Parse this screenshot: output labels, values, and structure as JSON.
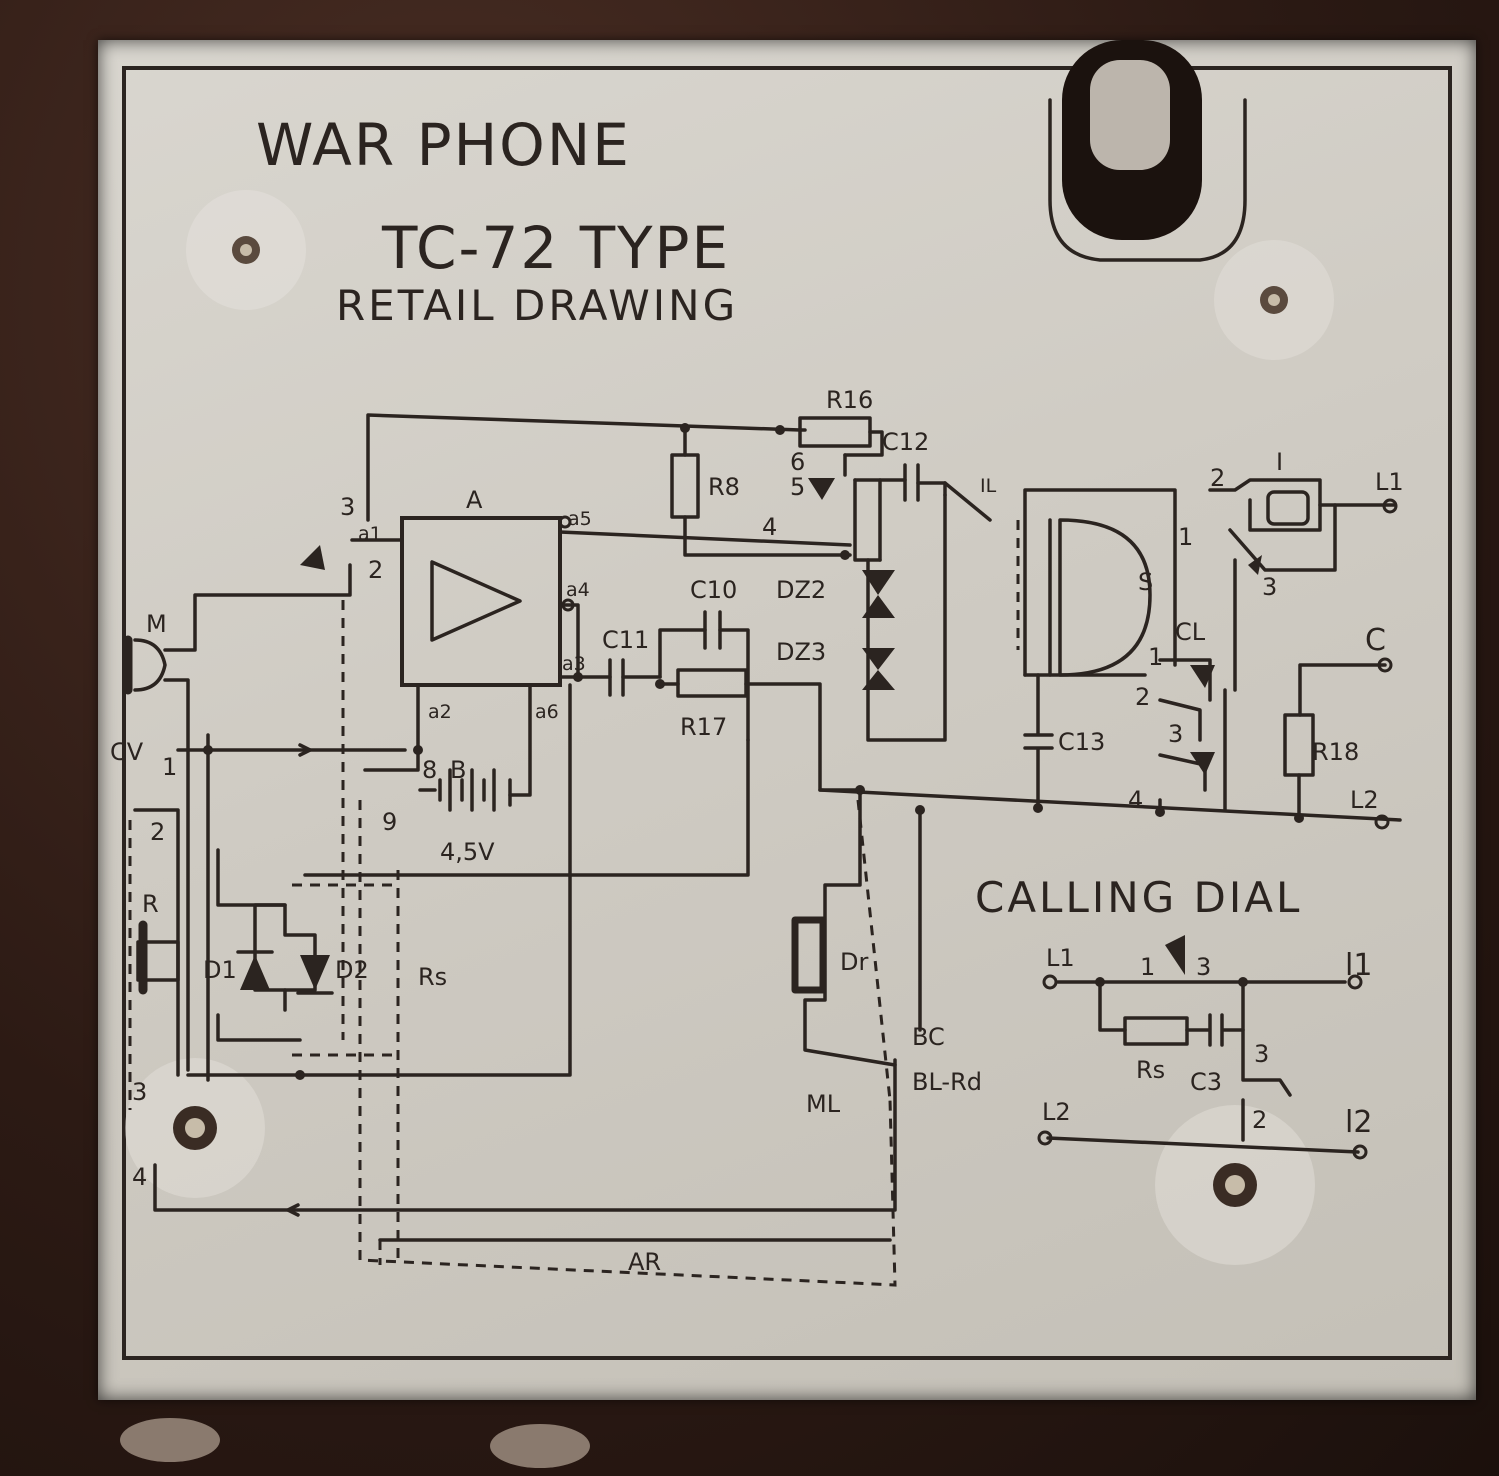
{
  "title": {
    "line1": "WAR PHONE",
    "line2": "TC-72 TYPE",
    "line3": "RETAIL DRAWING"
  },
  "components": {
    "amp": "A",
    "battery": "B",
    "battery_voltage": "4,5V",
    "r16": "R16",
    "r8": "R8",
    "r17": "R17",
    "r18": "R18",
    "rs_main": "Rs",
    "rs_dial": "Rs",
    "c10": "C10",
    "c11": "C11",
    "c12": "C12",
    "c13": "C13",
    "c3": "C3",
    "dz2": "DZ2",
    "dz3": "DZ3",
    "d1": "D1",
    "d2": "D2",
    "dr": "Dr",
    "m": "M",
    "r": "R",
    "cv": "CV",
    "s": "S",
    "cl": "CL",
    "il": "IL",
    "ml": "ML",
    "bc": "BC",
    "bl_rd": "BL-Rd",
    "ar": "AR",
    "i_switch": "I"
  },
  "pins": {
    "a1": "a1",
    "a2": "a2",
    "a3": "a3",
    "a4": "a4",
    "a5": "a5",
    "a6": "a6",
    "n1": "1",
    "n2": "2",
    "n3": "3",
    "n4": "4",
    "n5": "5",
    "n6": "6",
    "n8": "8",
    "n9": "9"
  },
  "terminals": {
    "l1": "L1",
    "l2": "L2",
    "c": "C"
  },
  "dial": {
    "heading": "CALLING DIAL",
    "l1_left": "L1",
    "l1_right": "l1",
    "l2_left": "L2",
    "l2_right": "l2"
  }
}
